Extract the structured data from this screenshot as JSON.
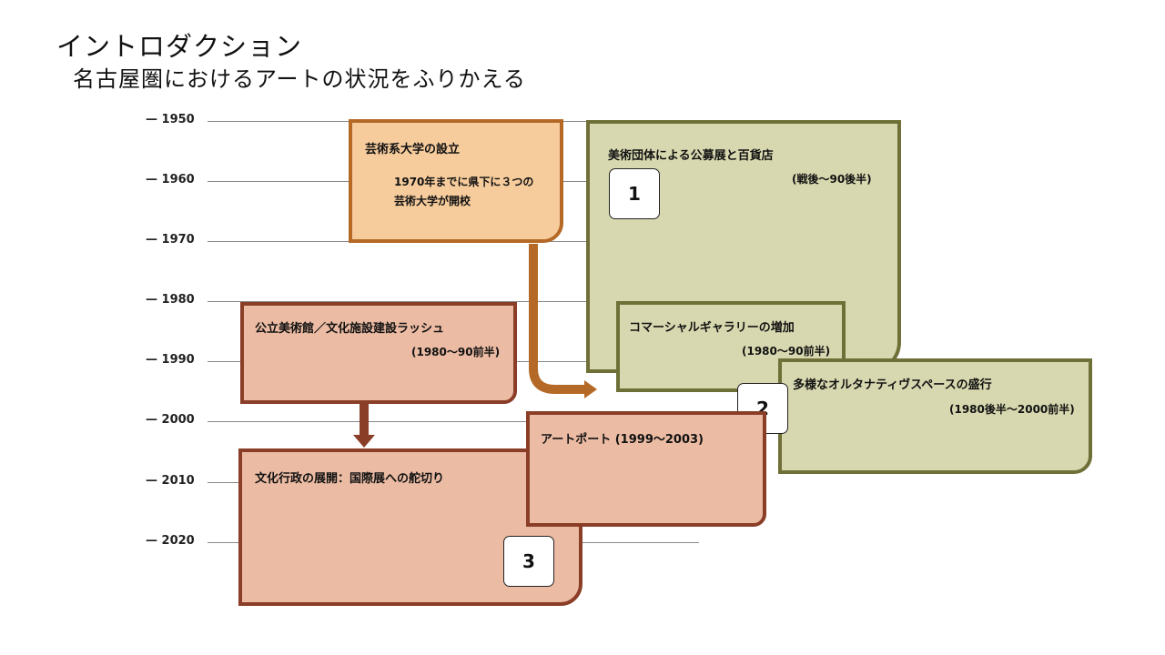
{
  "header": {
    "title": "イントロダクション",
    "subtitle": "名古屋圏におけるアートの状況をふりかえる"
  },
  "timeline": {
    "ticks": [
      "— 1950",
      "— 1960",
      "— 1970",
      "— 1980",
      "— 1990",
      "— 2000",
      "— 2010",
      "— 2020"
    ]
  },
  "boxes": {
    "universities": {
      "title": "芸術系大学の設立",
      "line1": "1970年までに県下に３つの",
      "line2": "芸術大学が開校"
    },
    "associations": {
      "title": "美術団体による公募展と百貨店",
      "period": "(戦後〜90後半)"
    },
    "public_museums": {
      "title": "公立美術館／文化施設建設ラッシュ",
      "period": "(1980〜90前半)"
    },
    "commercial": {
      "title": "コマーシャルギャラリーの増加",
      "period": "(1980〜90前半)"
    },
    "alternative": {
      "title": "多様なオルタナティヴスペースの盛行",
      "period": "(1980後半〜2000前半)"
    },
    "art_port": {
      "title": "アートポート (1999〜2003)"
    },
    "cultural_admin": {
      "title": "文化行政の展開：国際展への舵切り"
    }
  },
  "badges": [
    "1",
    "2",
    "3"
  ],
  "colors": {
    "orange_fill": "#f6cc9c",
    "orange_border": "#b46a26",
    "olive_fill": "#d8d8b0",
    "olive_border": "#6e7038",
    "salmon_fill": "#ebbba3",
    "salmon_border": "#8a3e28"
  }
}
